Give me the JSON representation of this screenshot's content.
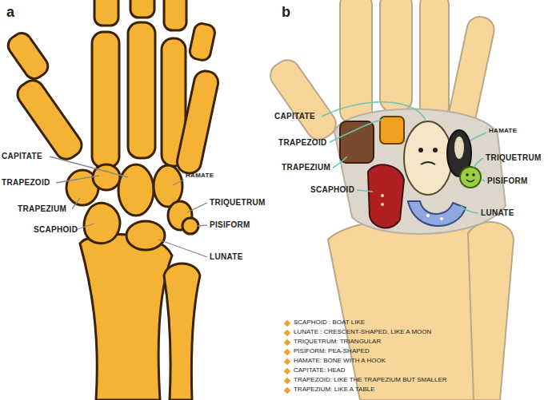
{
  "diagram": {
    "labels": [
      "a",
      "CAPITATE",
      "TRAPEZOID",
      "TRAPEZIUM",
      "SCAPHOID",
      "HAMATE",
      "TRIQUETRUM",
      "PISIFORM",
      "LUNATE",
      "b",
      "CAPITATE",
      "TRAPEZOID",
      "TRAPEZIUM",
      "SCAPHOID",
      "HAMATE",
      "TRIQUETRUM",
      "PISIFORM",
      "LUNATE"
    ],
    "legend": [
      {
        "text": "SCAPHOID : BOAT LIKE"
      },
      {
        "text": "LUNATE : CRESCENT-SHAPED, LIKE A MOON"
      },
      {
        "text": "TRIQUETRUM: TRIANGULAR"
      },
      {
        "text": "PISIFORM: PEA-SHAPED"
      },
      {
        "text": "HAMATE: BONE WITH A HOOK"
      },
      {
        "text": "CAPITATE: HEAD"
      },
      {
        "text": "TRAPEZOID: LIKE THE TRAPEZIUM BUT SMALLER"
      },
      {
        "text": "TRAPEZIUM: LIKE A TABLE"
      }
    ]
  }
}
